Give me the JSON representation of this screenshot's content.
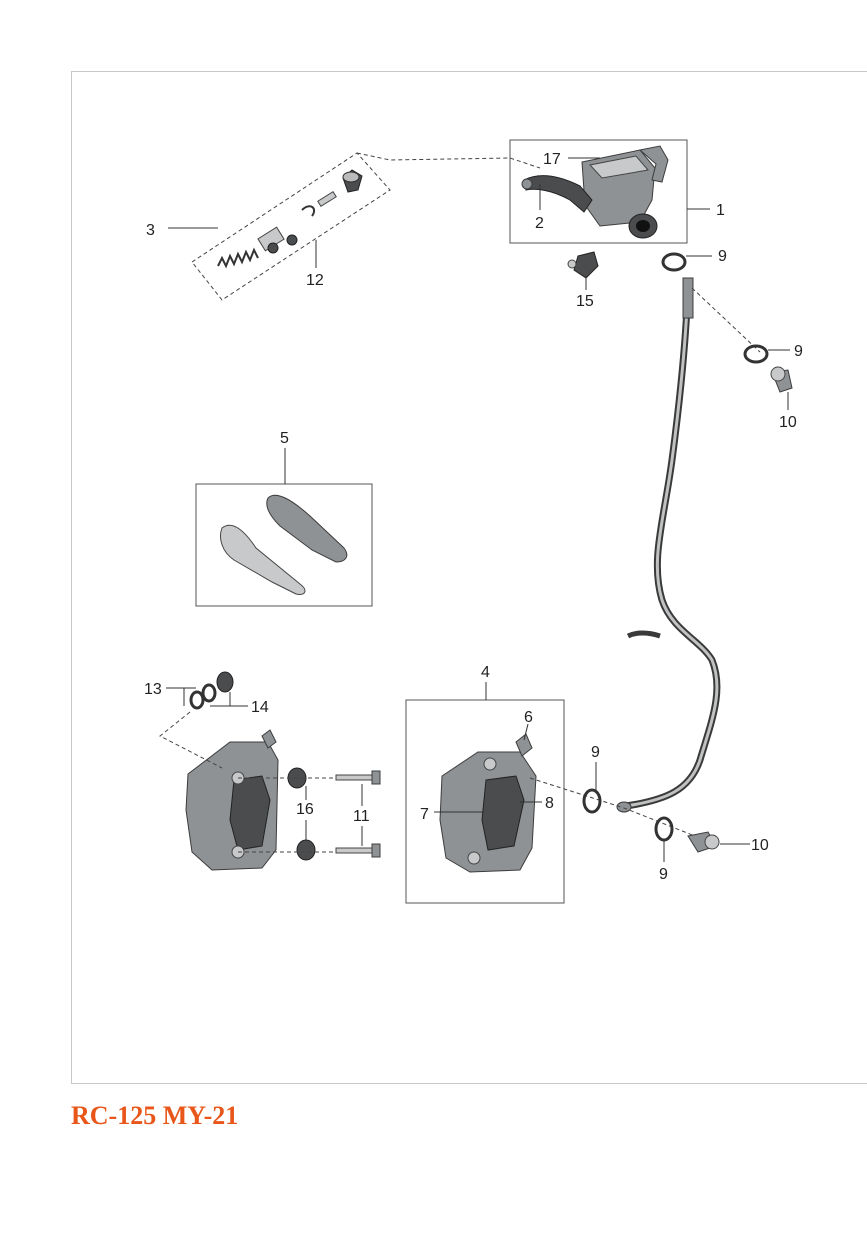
{
  "caption": "RC-125 MY-21",
  "callouts": {
    "c1": "1",
    "c2": "2",
    "c3": "3",
    "c4": "4",
    "c5": "5",
    "c6": "6",
    "c7": "7",
    "c8": "8",
    "c9a": "9",
    "c9b": "9",
    "c9c": "9",
    "c9d": "9",
    "c10a": "10",
    "c10b": "10",
    "c11": "11",
    "c12": "12",
    "c13": "13",
    "c14": "14",
    "c15": "15",
    "c16": "16",
    "c17": "17"
  },
  "colors": {
    "caption": "#e8561a",
    "frame": "#c8c8c8"
  }
}
